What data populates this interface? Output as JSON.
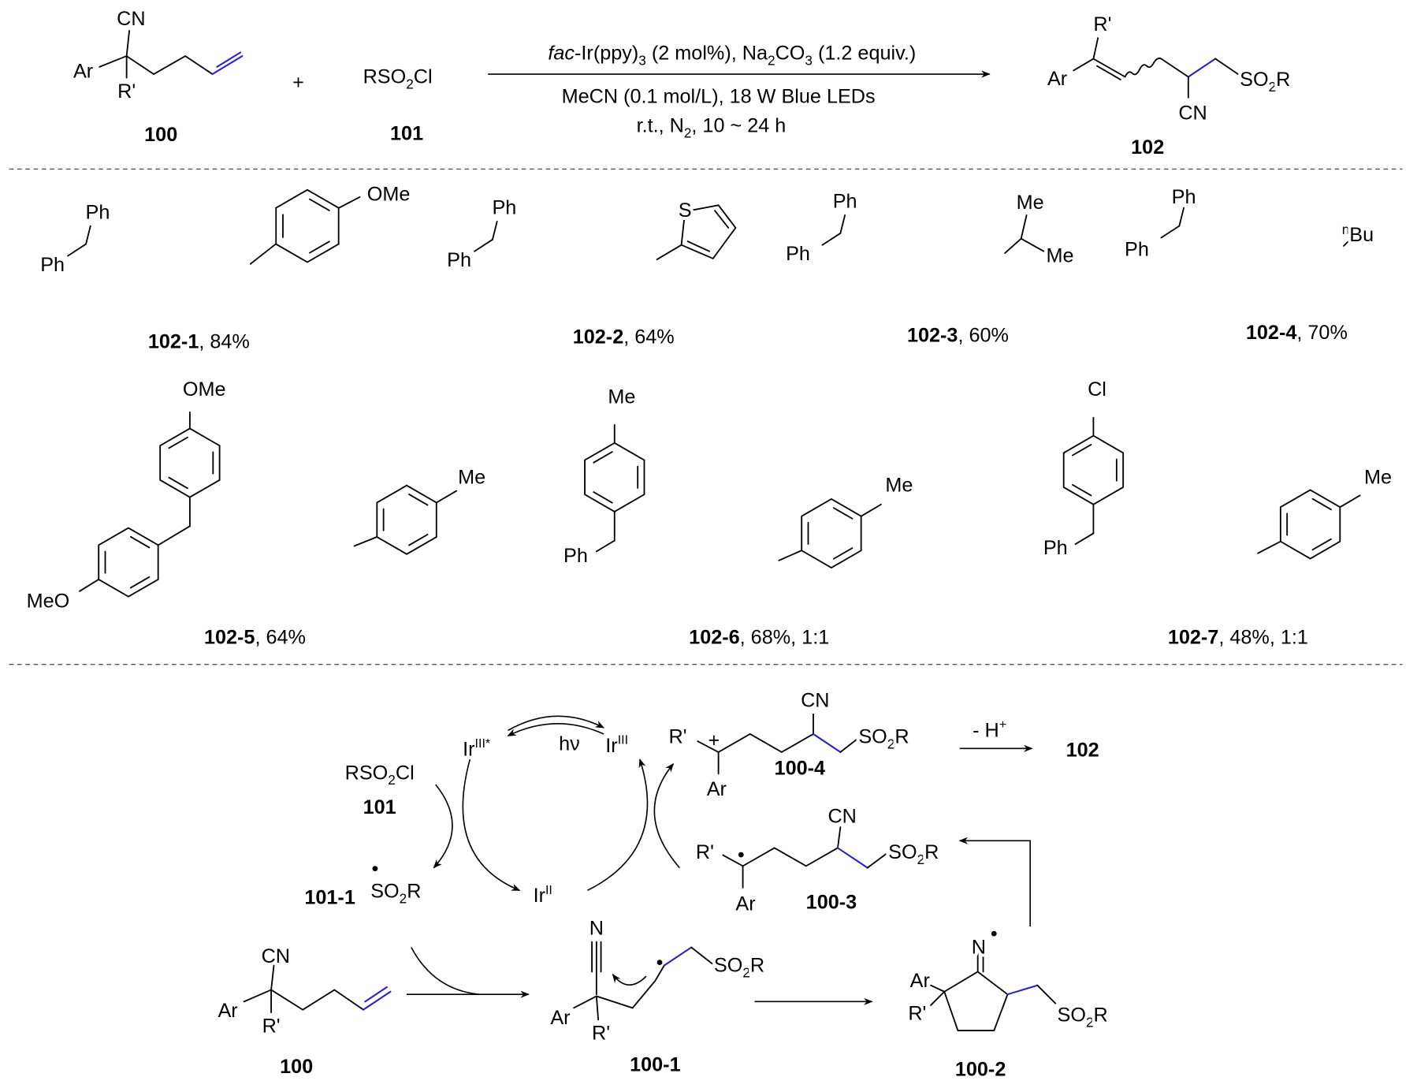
{
  "atoms": {
    "Ph": "Ph",
    "CN": "CN",
    "O": "O",
    "S": "S",
    "Me": "Me",
    "OMe": "OMe",
    "MeO": "MeO",
    "Cl": "Cl",
    "Ar": "Ar",
    "Rp": "R'",
    "n": "n",
    "Bu": "Bu",
    "N": "N",
    "dot": "•"
  },
  "so2r": [
    "SO",
    "2",
    "R"
  ],
  "reaction": {
    "sm1_label": "100",
    "plus": "+",
    "sm2": [
      "RSO",
      "2",
      "Cl"
    ],
    "sm2_label": "101",
    "product_label": "102",
    "cond1": [
      "fac",
      "-Ir(ppy)",
      "3",
      " (2 mol%), Na",
      "2",
      "CO",
      "3",
      " (1.2 equiv.)"
    ],
    "cond2": "MeCN (0.1 mol/L), 18 W Blue LEDs",
    "cond3": [
      "r.t., N",
      "2",
      ", 10 ~ 24 h"
    ]
  },
  "products": [
    {
      "id": "102-1",
      "result": ", 84%"
    },
    {
      "id": "102-2",
      "result": ", 64%"
    },
    {
      "id": "102-3",
      "result": ", 60%"
    },
    {
      "id": "102-4",
      "result": ", 70%"
    },
    {
      "id": "102-5",
      "result": ", 64%"
    },
    {
      "id": "102-6",
      "result": ", 68%, 1:1"
    },
    {
      "id": "102-7",
      "result": ", 48%, 1:1"
    }
  ],
  "mechanism": {
    "ir3star": [
      "Ir",
      "III*"
    ],
    "hv": "hν",
    "ir3": [
      "Ir",
      "III"
    ],
    "ir2": [
      "Ir",
      "II"
    ],
    "rso2cl": [
      "RSO",
      "2",
      "Cl"
    ],
    "l101": "101",
    "l1011": "101-1",
    "l1004": "100-4",
    "l1003": "100-3",
    "l100": "100",
    "l1001": "100-1",
    "l1002": "100-2",
    "minusH": [
      "- H",
      "+"
    ],
    "l102": "102",
    "cation": "+"
  }
}
